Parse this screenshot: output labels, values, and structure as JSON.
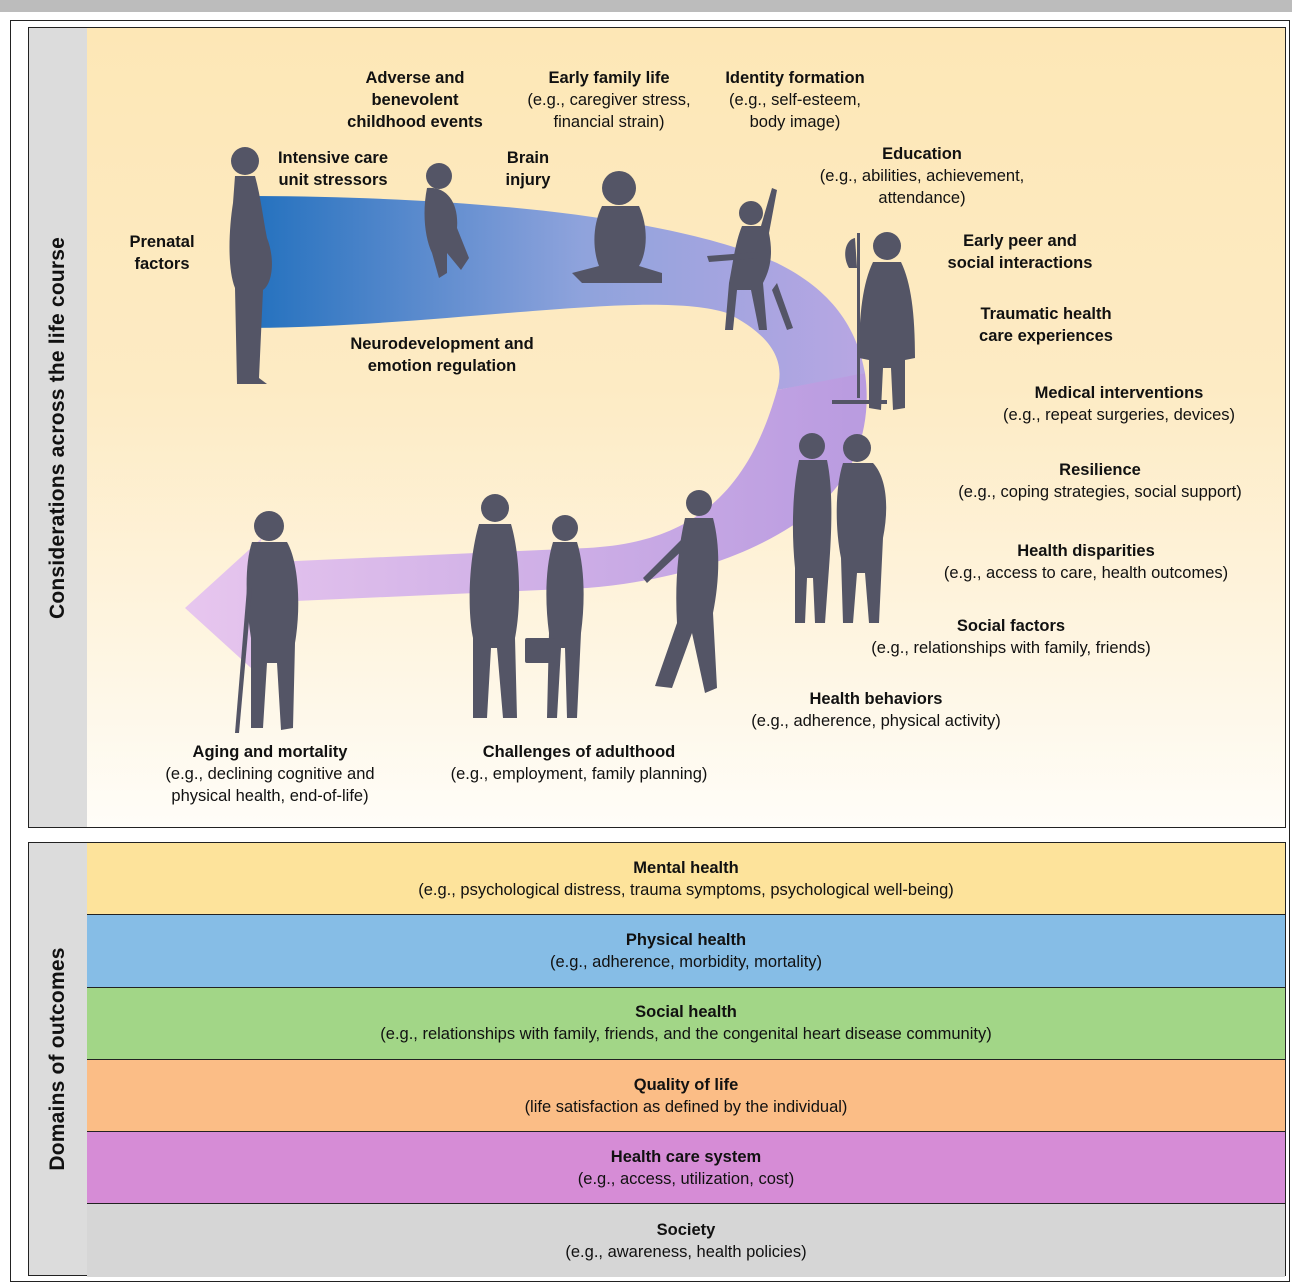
{
  "life_course": {
    "side_label": "Considerations across the life course",
    "center_label": [
      "Neurodevelopment and",
      "emotion regulation"
    ],
    "arrow_colors": {
      "start": "#1f6fbd",
      "mid": "#b8a6e3",
      "end": "#e7c6ee"
    },
    "figure_color": "#545566",
    "labels": [
      {
        "title": [
          "Prenatal",
          "factors"
        ],
        "desc": []
      },
      {
        "title": [
          "Intensive care",
          "unit stressors"
        ],
        "desc": []
      },
      {
        "title": [
          "Adverse and",
          "benevolent",
          "childhood events"
        ],
        "desc": []
      },
      {
        "title": [
          "Brain",
          "injury"
        ],
        "desc": []
      },
      {
        "title": [
          "Early family life"
        ],
        "desc": [
          "(e.g., caregiver stress,",
          "financial strain)"
        ]
      },
      {
        "title": [
          "Identity formation"
        ],
        "desc": [
          "(e.g., self-esteem,",
          "body image)"
        ]
      },
      {
        "title": [
          "Education"
        ],
        "desc": [
          "(e.g., abilities, achievement,",
          "attendance)"
        ]
      },
      {
        "title": [
          "Early peer and",
          "social interactions"
        ],
        "desc": []
      },
      {
        "title": [
          "Traumatic health",
          "care experiences"
        ],
        "desc": []
      },
      {
        "title": [
          "Medical interventions"
        ],
        "desc": [
          "(e.g., repeat surgeries, devices)"
        ]
      },
      {
        "title": [
          "Resilience"
        ],
        "desc": [
          "(e.g., coping strategies, social support)"
        ]
      },
      {
        "title": [
          "Health disparities"
        ],
        "desc": [
          "(e.g., access to care, health outcomes)"
        ]
      },
      {
        "title": [
          "Social factors"
        ],
        "desc": [
          "(e.g., relationships with family, friends)"
        ]
      },
      {
        "title": [
          "Health behaviors"
        ],
        "desc": [
          "(e.g., adherence, physical activity)"
        ]
      },
      {
        "title": [
          "Challenges of adulthood"
        ],
        "desc": [
          "(e.g., employment, family planning)"
        ]
      },
      {
        "title": [
          "Aging and mortality"
        ],
        "desc": [
          "(e.g., declining cognitive and",
          "physical health, end-of-life)"
        ]
      }
    ]
  },
  "outcomes": {
    "side_label": "Domains of outcomes",
    "rows": [
      {
        "title": "Mental health",
        "desc": "(e.g., psychological distress, trauma symptoms, psychological well-being)",
        "color": "#fde39b"
      },
      {
        "title": "Physical health",
        "desc": "(e.g., adherence, morbidity, mortality)",
        "color": "#86bde6"
      },
      {
        "title": "Social health",
        "desc": "(e.g., relationships with family, friends, and the congenital heart disease community)",
        "color": "#a2d687"
      },
      {
        "title": "Quality of life",
        "desc": "(life satisfaction as defined by the individual)",
        "color": "#fbbd86"
      },
      {
        "title": "Health care system",
        "desc": "(e.g., access, utilization, cost)",
        "color": "#d68cd6"
      },
      {
        "title": "Society",
        "desc": "(e.g., awareness, health policies)",
        "color": "#d6d6d6"
      }
    ]
  }
}
